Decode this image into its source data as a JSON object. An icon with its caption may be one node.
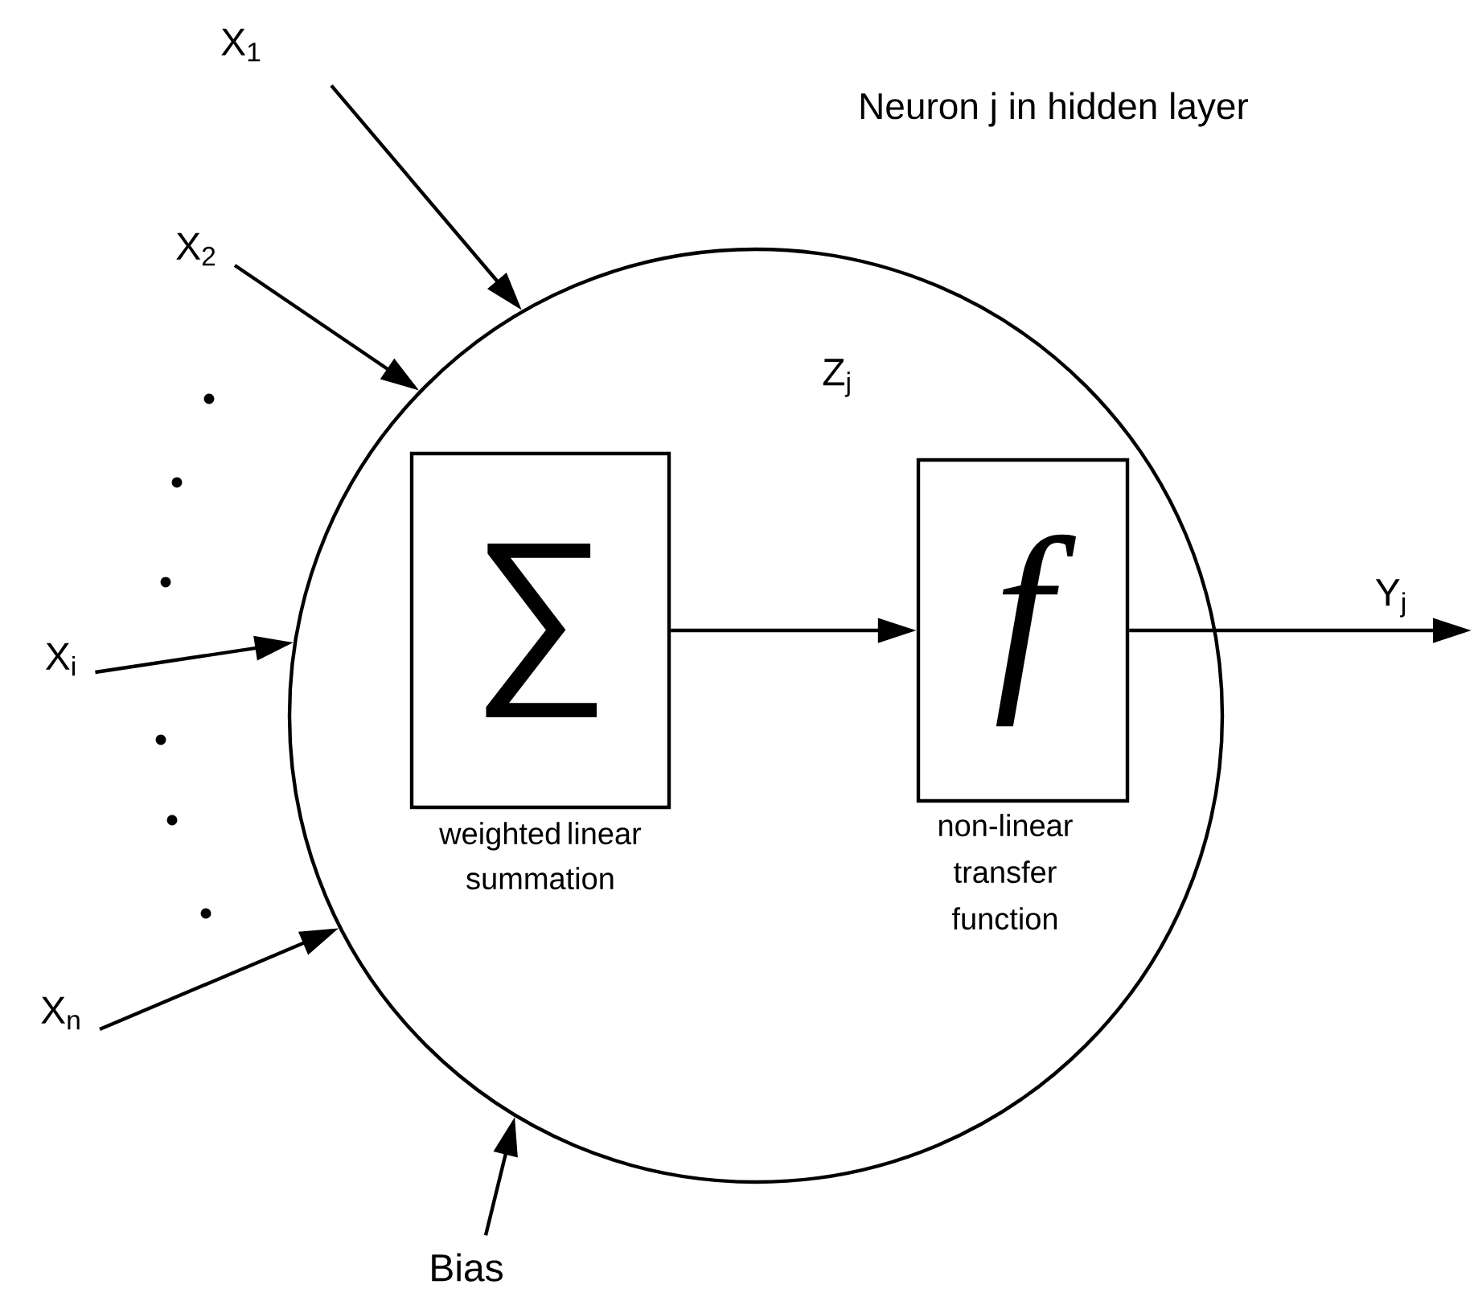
{
  "diagram": {
    "title": "Neuron j in hidden layer",
    "nodes": [
      {
        "text": [
          "X$_{1}$"
        ]
      },
      {
        "text": [
          "X$_{2}$"
        ]
      },
      {
        "text": [
          "X$_{i}$"
        ]
      },
      {
        "text": [
          "X$_{n}$"
        ]
      },
      {
        "text": [
          "Bias"
        ]
      },
      {
        "text": [
          "Z$_{j}$"
        ]
      },
      {
        "text": [
          "∑"
        ],
        "beside": [
          "weighted linear summation"
        ],
        "in": 5
      },
      {
        "text": [
          "f"
        ],
        "beside": [
          "non-linear transfer function"
        ],
        "in": 5
      }
    ],
    "edges": [
      {
        "from": 0,
        "to": 5,
        "arrow": "to"
      },
      {
        "from": 1,
        "to": 5,
        "arrow": "to"
      },
      {
        "from": 2,
        "to": 5,
        "arrow": "to"
      },
      {
        "from": 3,
        "to": 5,
        "arrow": "to"
      },
      {
        "from": 4,
        "to": 5,
        "arrow": "to"
      },
      {
        "from": 6,
        "to": 7,
        "arrow": "to"
      },
      {
        "from": 7,
        "to": null,
        "arrow": "to",
        "label": "Y$_{j}$"
      }
    ]
  }
}
